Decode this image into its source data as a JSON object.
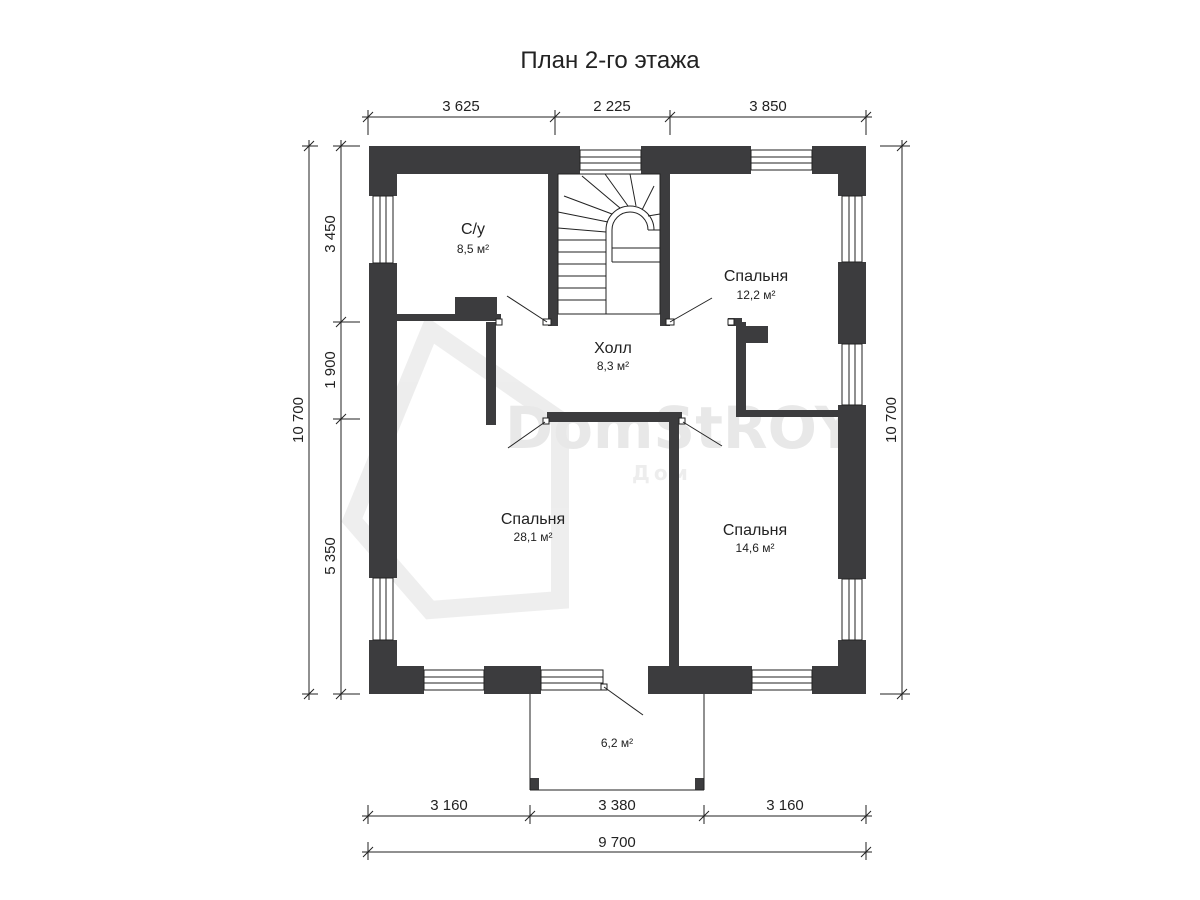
{
  "title": "План 2-го этажа",
  "watermark": {
    "text": "DomStROY",
    "subtext": "Дом"
  },
  "dimensions": {
    "top": [
      "3 625",
      "2 225",
      "3 850"
    ],
    "bottom": [
      "3 160",
      "3 380",
      "3 160"
    ],
    "bottom_total": "9 700",
    "left": [
      "3 450",
      "1 900",
      "5 350"
    ],
    "left_total": "10 700",
    "right_total": "10 700"
  },
  "rooms": [
    {
      "name": "С/у",
      "area": "8,5 м²"
    },
    {
      "name": "Спальня",
      "area": "12,2 м²"
    },
    {
      "name": "Холл",
      "area": "8,3 м²"
    },
    {
      "name": "Спальня",
      "area": "28,1 м²"
    },
    {
      "name": "Спальня",
      "area": "14,6 м²"
    },
    {
      "name": "",
      "area": "6,2 м²"
    }
  ],
  "colors": {
    "wall": "#3c3c3e",
    "line": "#222222"
  }
}
